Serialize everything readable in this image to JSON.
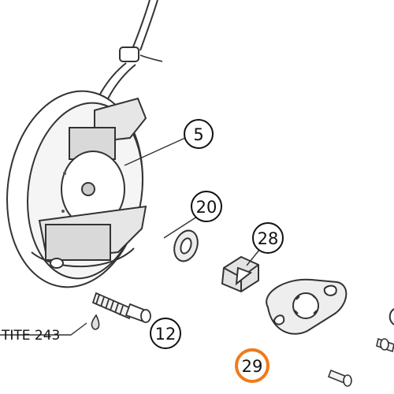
{
  "callouts": {
    "c5": "5",
    "c20": "20",
    "c28": "28",
    "c12": "12",
    "c29": "29"
  },
  "note": {
    "loctite": "TITE 243"
  },
  "colors": {
    "line": "#333333",
    "shade": "#d9d9d9",
    "light": "#eeeeee",
    "highlight": "#f07a1a"
  }
}
